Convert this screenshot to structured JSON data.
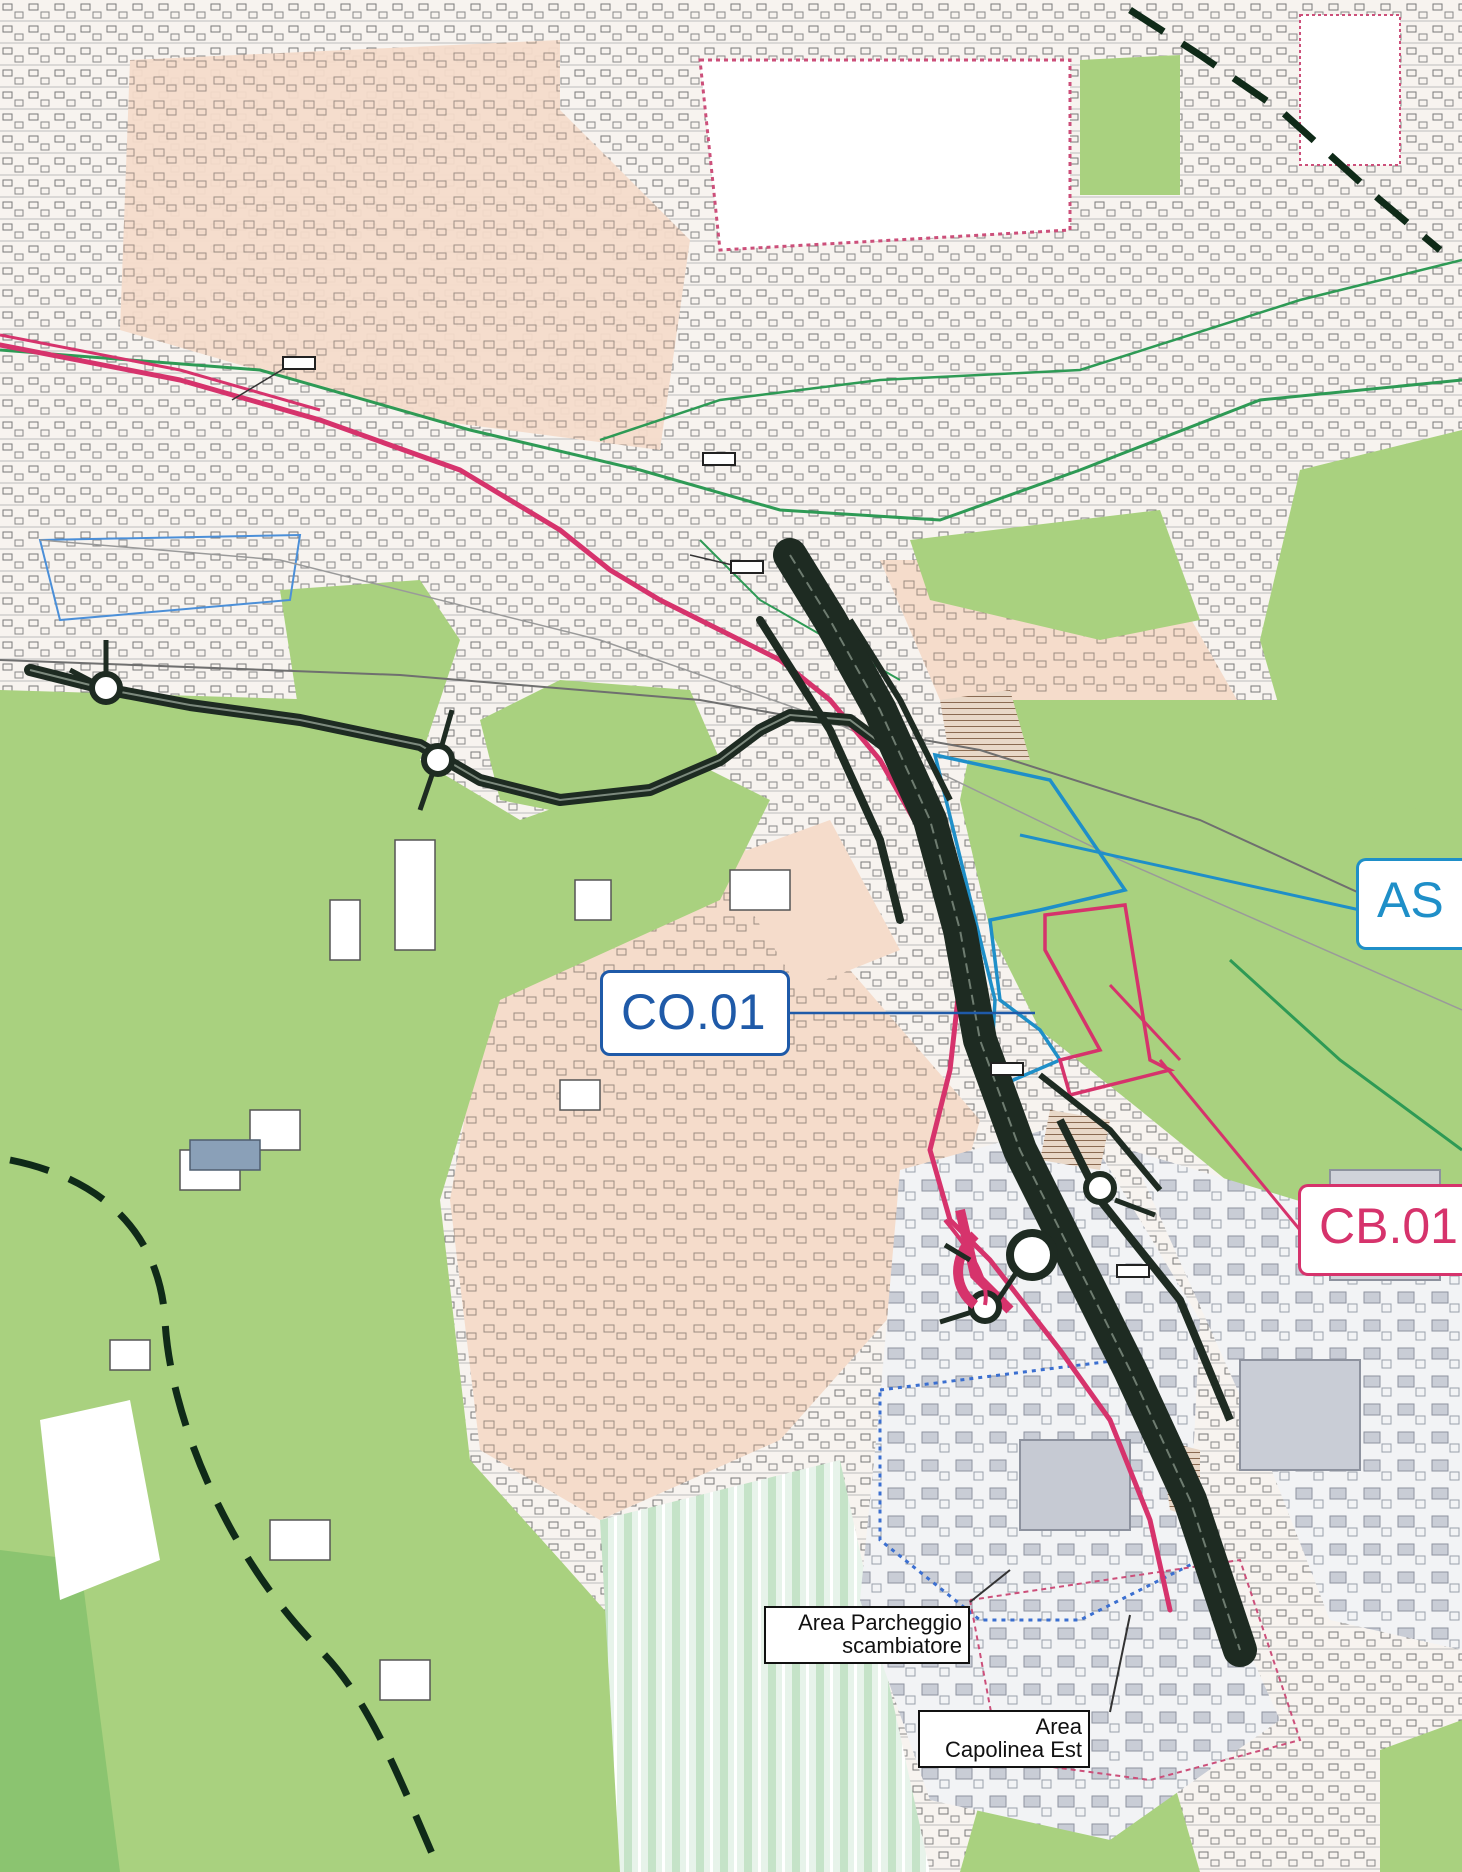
{
  "map": {
    "callouts": [
      {
        "id": "co01",
        "text": "CO.01",
        "color": "#1f5aa8"
      },
      {
        "id": "as",
        "text": "AS",
        "color": "#1f8fc8"
      },
      {
        "id": "cb01",
        "text": "CB.01",
        "color": "#d6336c"
      }
    ],
    "labels": {
      "parcheggio_line1": "Area Parcheggio",
      "parcheggio_line2": "scambiatore",
      "capolinea_line1": "Area",
      "capolinea_line2": "Capolinea Est"
    },
    "colors": {
      "greenland": "#a9d17f",
      "urban": "#f4dccb",
      "road": "#1e2b22",
      "pink_route": "#d6336c",
      "blue_boundary": "#1f8fc8",
      "green_line": "#2e9a55",
      "dashed_boundary": "#0f2a18"
    }
  }
}
